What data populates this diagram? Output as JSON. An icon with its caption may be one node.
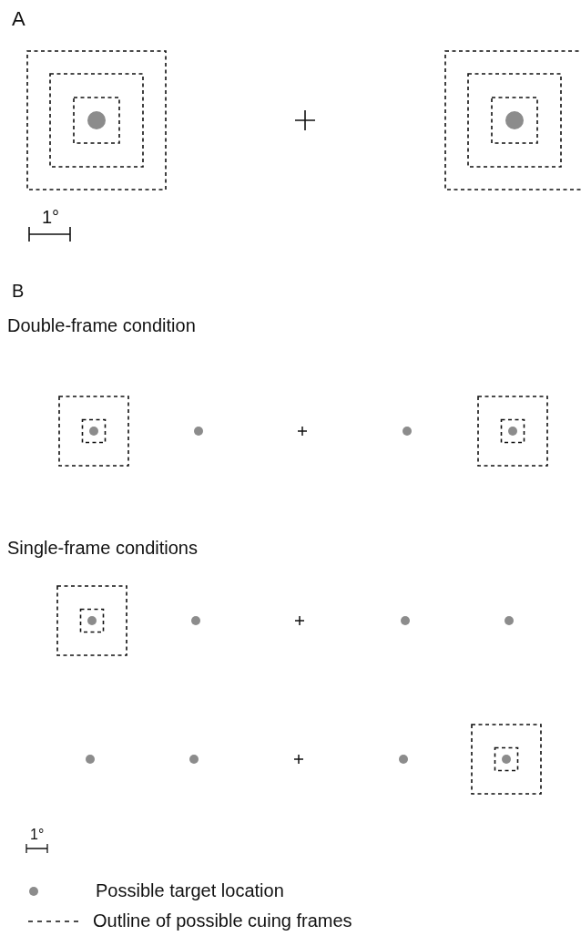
{
  "diagram": {
    "labels": [
      "A",
      "1°",
      "B",
      "Double-frame condition",
      "Single-frame conditions",
      "1°"
    ],
    "legend": [
      {
        "text": "Possible target location"
      },
      {
        "text": "Outline of possible cuing frames"
      }
    ]
  }
}
